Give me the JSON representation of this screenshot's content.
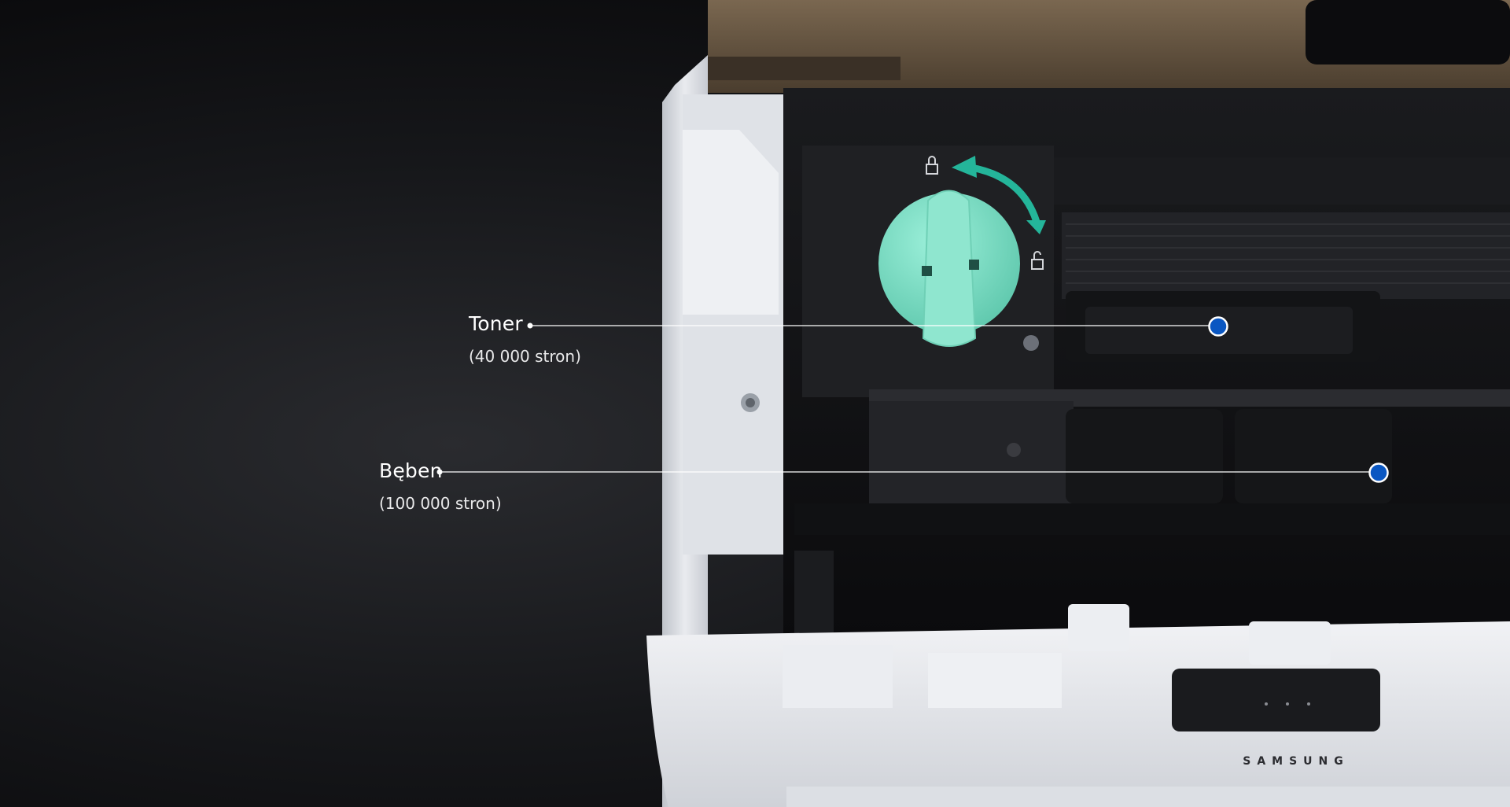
{
  "callouts": {
    "toner": {
      "title": "Toner",
      "subtitle": "(40 000 stron)"
    },
    "drum": {
      "title": "Bęben",
      "subtitle": "(100 000 stron)"
    }
  },
  "brand": {
    "logo_text": "SAMSUNG"
  },
  "colors": {
    "background": "#0f1012",
    "marker_fill": "#0a57c2",
    "marker_ring": "#ffffff",
    "leader_line": "#ffffff",
    "toner_dial": "#7fe0c8",
    "arrow": "#24b59a",
    "printer_body": "#e3e5ea",
    "printer_top": "#6b5a44"
  },
  "icons": [
    "rotate-arrow-icon",
    "lock-icon",
    "unlock-icon",
    "hotspot-marker-icon"
  ]
}
